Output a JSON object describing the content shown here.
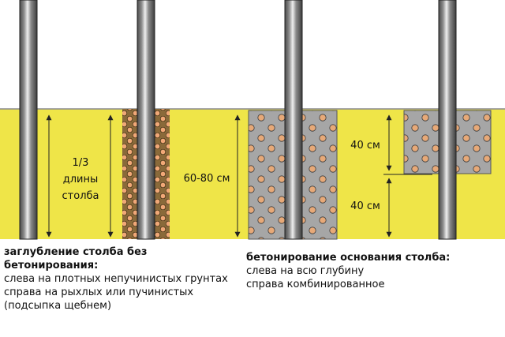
{
  "labels": {
    "depth_fraction_line1": "1/3",
    "depth_fraction_line2": "длины",
    "depth_fraction_line3": "столба",
    "depth_range": "60-80 см",
    "upper_section": "40 см",
    "lower_section": "40 см"
  },
  "captions": {
    "left": {
      "heading": "заглубление столба без бетонирования:",
      "lines": [
        "слева на плотных непучинистых грунтах",
        "справа на рыхлых или пучинистых (подсыпка щебнем)"
      ]
    },
    "right": {
      "heading": "бетонирование основания столба:",
      "lines": [
        "слева на всю глубину",
        "справа комбинированное"
      ]
    }
  },
  "colors": {
    "soil": "#efe548",
    "gravel": "#8a6a3a",
    "concrete": "#a6a6a6",
    "pebble": "#e7a978",
    "post": "#5b5b5b",
    "post_highlight": "#e6e6e6"
  }
}
